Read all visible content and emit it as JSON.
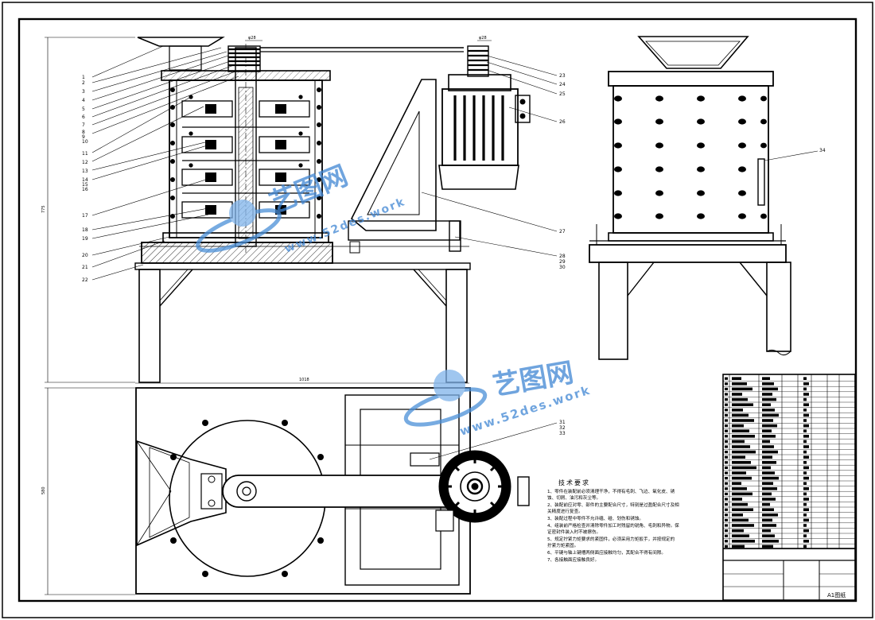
{
  "drawing": {
    "balloons_left": [
      "1",
      "2",
      "3",
      "4",
      "5",
      "6",
      "7",
      "8",
      "9",
      "10",
      "11",
      "12",
      "13",
      "14",
      "15",
      "16",
      "17",
      "18",
      "19",
      "20",
      "21",
      "22"
    ],
    "balloons_right_top": [
      "23",
      "24",
      "25",
      "26",
      "27",
      "28",
      "29",
      "30"
    ],
    "balloon_side": "34",
    "balloons_plan": [
      "31",
      "32",
      "33"
    ],
    "dim_height": "775",
    "dim_width": "1018",
    "dim_plan_height": "580",
    "dim_pulley_left": "φ28",
    "dim_pulley_right": "φ28"
  },
  "technical_requirements": {
    "title": "技术要求",
    "lines": [
      "1、零件在装配前必须清理干净，不得有毛刺、飞边、氧化皮、锈",
      "蚀、切屑、油污和灰尘等。",
      "2、装配前应对零、部件的主要配合尺寸，特别是过盈配合尺寸及相",
      "关精度进行复查。",
      "3、装配过程中零件不允许磕、碰、划伤和锈蚀。",
      "4、组装前严格检查并清除零件加工时残留的锐角、毛刺和异物。保",
      "证密封件装入时不被擦伤。",
      "5、规定拧紧力矩要求的紧固件，必须采用力矩扳手，并按规定的",
      "拧紧力矩紧固。",
      "6、平键与轴上键槽两侧面应接触均匀，其配合不得有间隙。",
      "7、各接触面应接触良好。"
    ]
  },
  "title_block": {
    "sheet_size": "A1图纸"
  },
  "watermark": {
    "brand": "艺图网",
    "url": "www.52des.work"
  }
}
